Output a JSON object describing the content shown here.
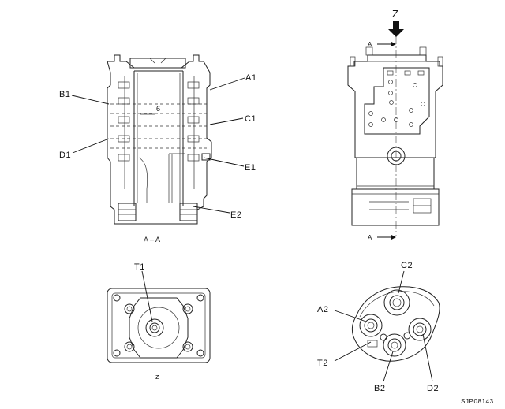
{
  "labels": {
    "a1": "A1",
    "b1": "B1",
    "c1": "C1",
    "d1": "D1",
    "e1": "E1",
    "e2": "E2",
    "six": "6",
    "section": "A – A",
    "z_top": "Z",
    "a_top": "A",
    "a_bottom": "A",
    "t1": "T1",
    "z_bottom": "z",
    "c2": "C2",
    "a2": "A2",
    "t2": "T2",
    "b2": "B2",
    "d2": "D2"
  },
  "figure_code": "SJP08143"
}
